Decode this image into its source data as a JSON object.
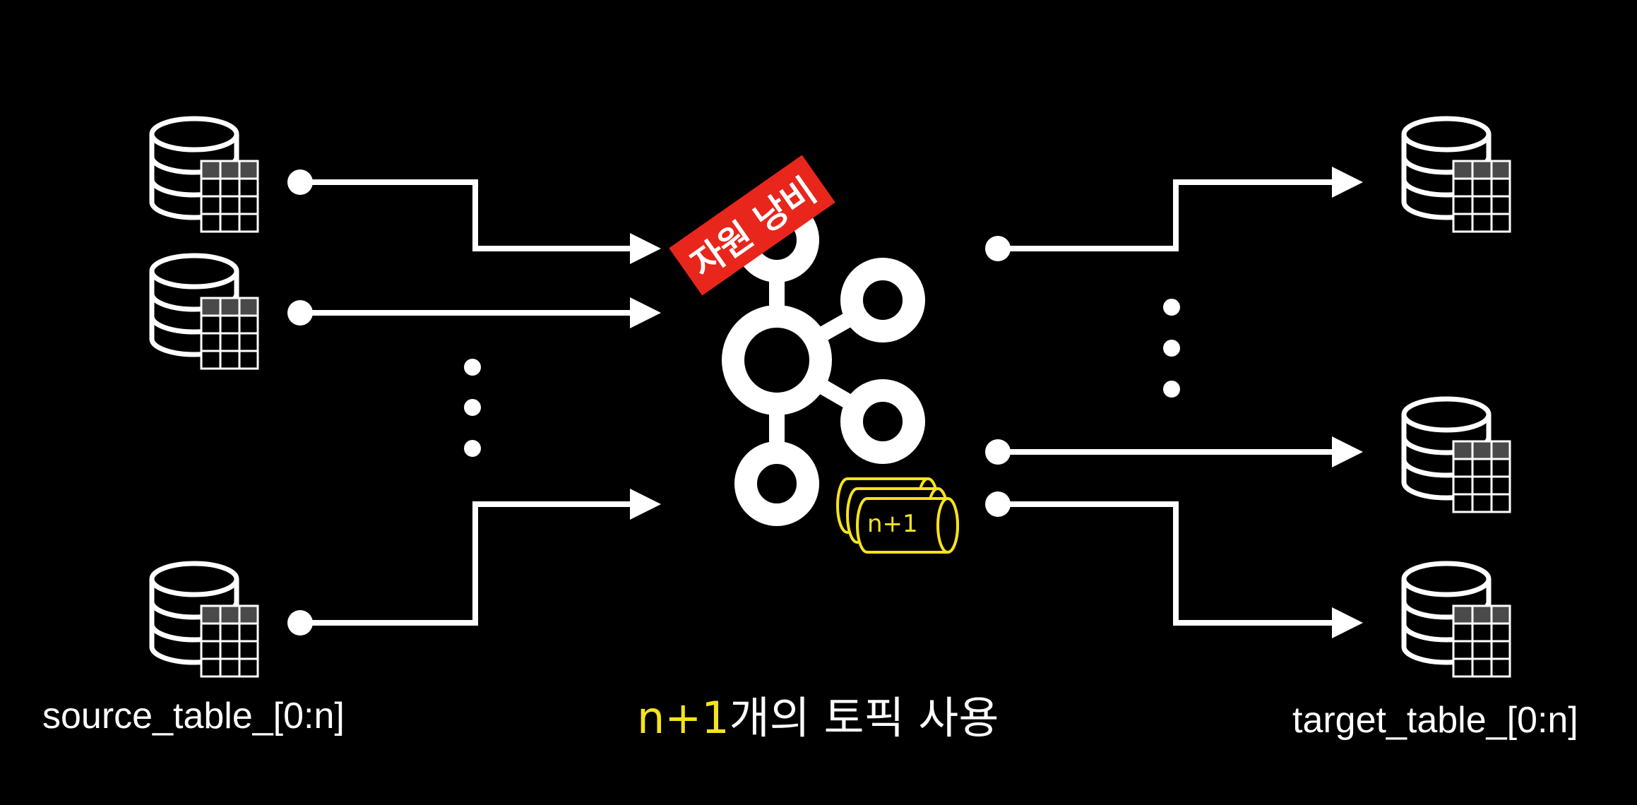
{
  "labels": {
    "source": "source_table_[0:n]",
    "target": "target_table_[0:n]"
  },
  "badge": {
    "text": "자원 낭비"
  },
  "caption": {
    "highlight": "n+1",
    "rest": "개의 토픽 사용"
  },
  "topics": {
    "count_label": "n+1"
  },
  "colors": {
    "background": "#000000",
    "line": "#ffffff",
    "accent": "#f5e31c",
    "badge": "#e8261c"
  },
  "icons": {
    "table": "database-table-icon",
    "broker": "kafka-logo-icon",
    "topic": "topic-stack-icon"
  }
}
